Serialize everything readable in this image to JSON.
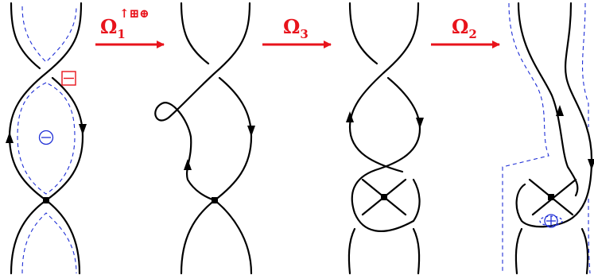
{
  "moves": [
    {
      "symbol": "Ω",
      "sub": "1",
      "sup": "↑⊞⊕"
    },
    {
      "symbol": "Ω",
      "sub": "3",
      "sup": ""
    },
    {
      "symbol": "Ω",
      "sub": "2",
      "sup": ""
    }
  ],
  "region_signs": {
    "boxed_minus": "⊟",
    "circled_minus": "⊖",
    "circled_plus": "⊕"
  },
  "colors": {
    "strand": "#000000",
    "arrow": "#e8131b",
    "dashed_region": "#1f2fd6"
  }
}
